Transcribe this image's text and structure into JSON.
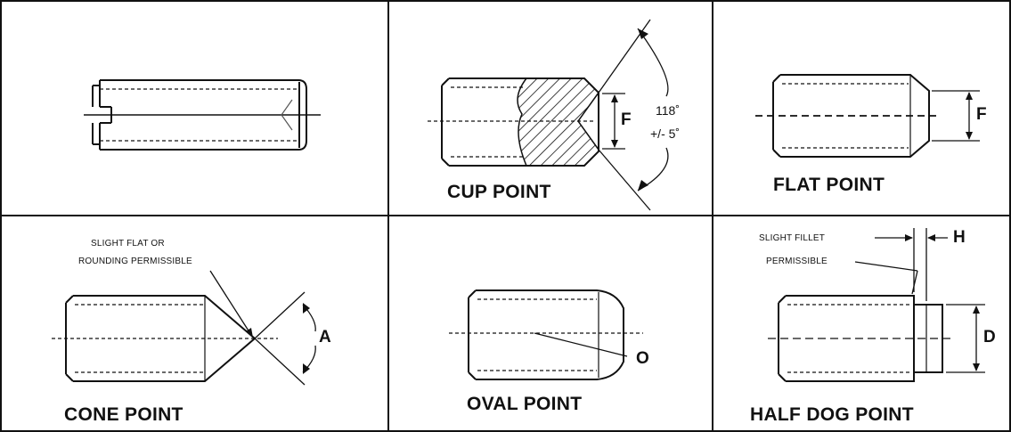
{
  "cells": {
    "slotted": {},
    "cup": {
      "title": "CUP POINT",
      "dim": "F",
      "angle": "118˚",
      "tolerance": "+/- 5˚"
    },
    "flat": {
      "title": "FLAT POINT",
      "dim": "F"
    },
    "cone": {
      "title": "CONE POINT",
      "note1": "SLIGHT FLAT OR",
      "note2": "ROUNDING PERMISSIBLE",
      "dim": "A"
    },
    "oval": {
      "title": "OVAL POINT",
      "dim": "O"
    },
    "halfdog": {
      "title": "HALF DOG POINT",
      "note1": "SLIGHT FILLET",
      "note2": "PERMISSIBLE",
      "dim_h": "H",
      "dim_d": "D"
    }
  }
}
